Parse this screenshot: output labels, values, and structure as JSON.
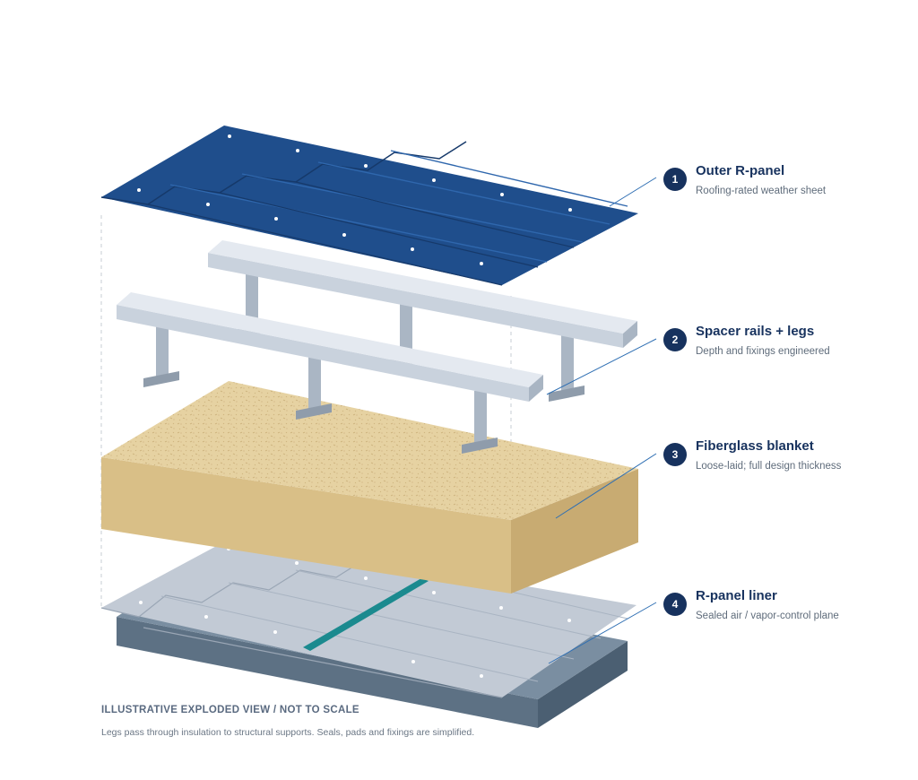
{
  "diagram": {
    "layers": [
      {
        "number": "1",
        "title": "Outer R-panel",
        "subtitle": "Roofing-rated weather sheet"
      },
      {
        "number": "2",
        "title": "Spacer rails + legs",
        "subtitle": "Depth and fixings engineered"
      },
      {
        "number": "3",
        "title": "Fiberglass blanket",
        "subtitle": "Loose-laid; full design thickness"
      },
      {
        "number": "4",
        "title": "R-panel liner",
        "subtitle": "Sealed air / vapor-control plane"
      }
    ],
    "note_title": "ILLUSTRATIVE EXPLODED VIEW  /  NOT TO SCALE",
    "note_text": "Legs pass through insulation to structural supports. Seals, pads and fixings are simplified.",
    "colors": {
      "outer_panel": "#1f4e8c",
      "rails": "#c9d2dd",
      "blanket": "#e6d2a2",
      "liner": "#c2cad5",
      "beam": "#5d7184",
      "accent_seal": "#1b8a8f",
      "badge": "#17325e"
    }
  }
}
